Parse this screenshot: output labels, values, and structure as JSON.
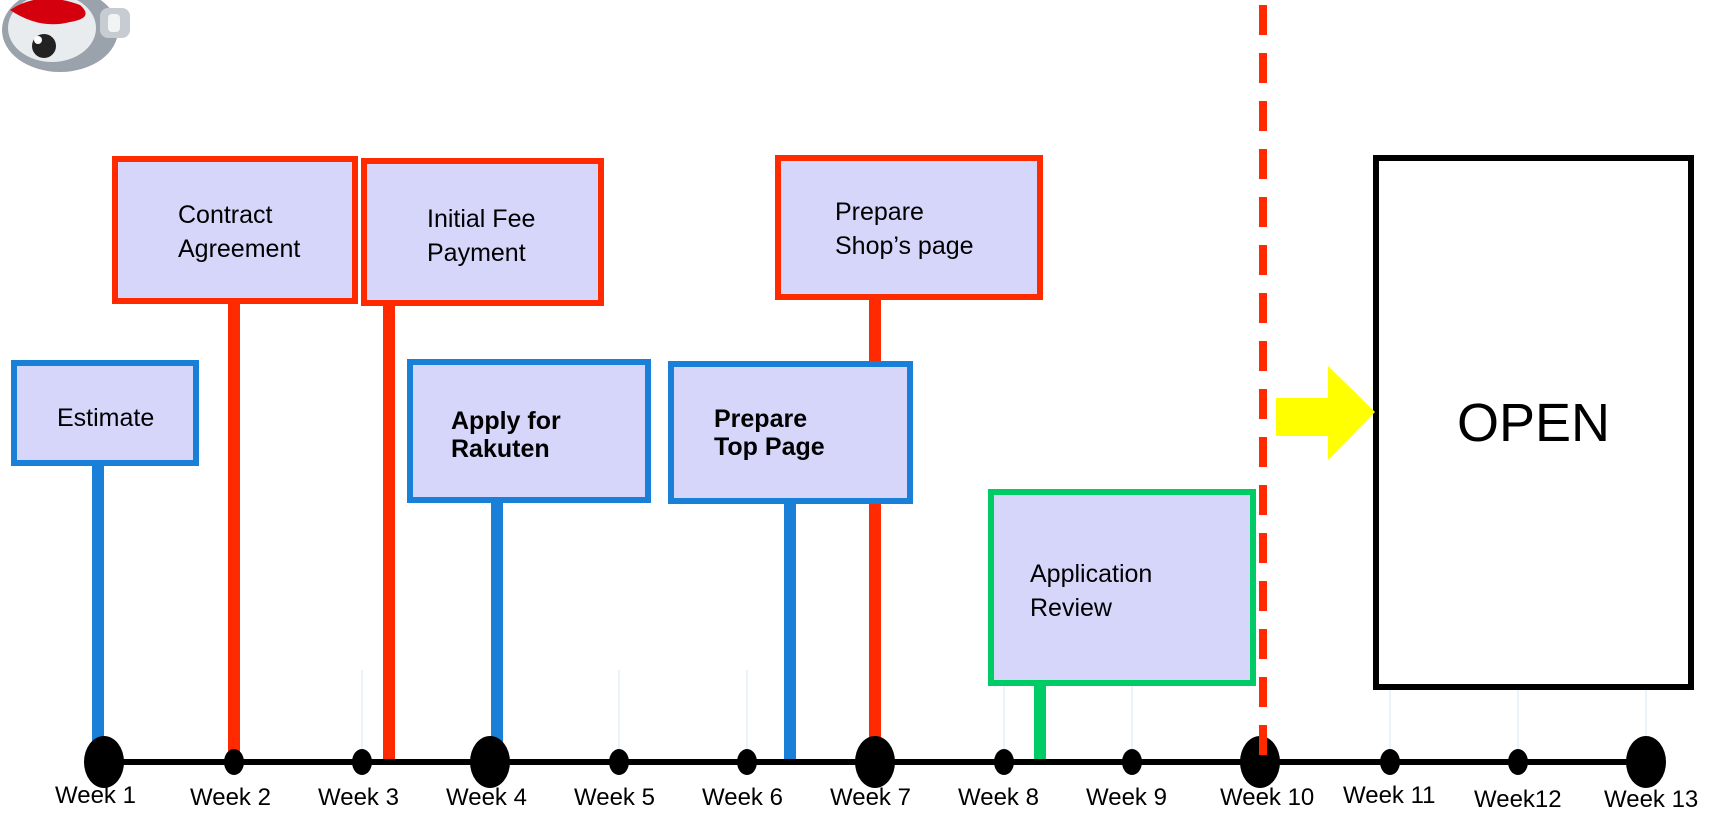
{
  "timeline": {
    "weeks": [
      "Week 1",
      "Week 2",
      "Week 3",
      "Week 4",
      "Week 5",
      "Week 6",
      "Week 7",
      "Week 8",
      "Week 9",
      "Week 10",
      "Week  11",
      "Week12",
      "Week 13"
    ]
  },
  "tasks": {
    "estimate": "Estimate",
    "contract": "Contract\nAgreement",
    "initial_fee": "Initial Fee\nPayment",
    "apply": "Apply for\nRakuten",
    "prepare_top": "Prepare\nTop Page",
    "prepare_shop": "Prepare\nShop’s page",
    "review": "Application\nReview"
  },
  "open_label": "OPEN",
  "colors": {
    "red": "#ff2a00",
    "blue": "#1a7fd6",
    "green": "#00cc66",
    "box_fill": "#d6d6fb",
    "arrow": "#ffff00",
    "axis": "#000000"
  },
  "icons": {
    "logo": "rakuten-mascot-icon"
  }
}
